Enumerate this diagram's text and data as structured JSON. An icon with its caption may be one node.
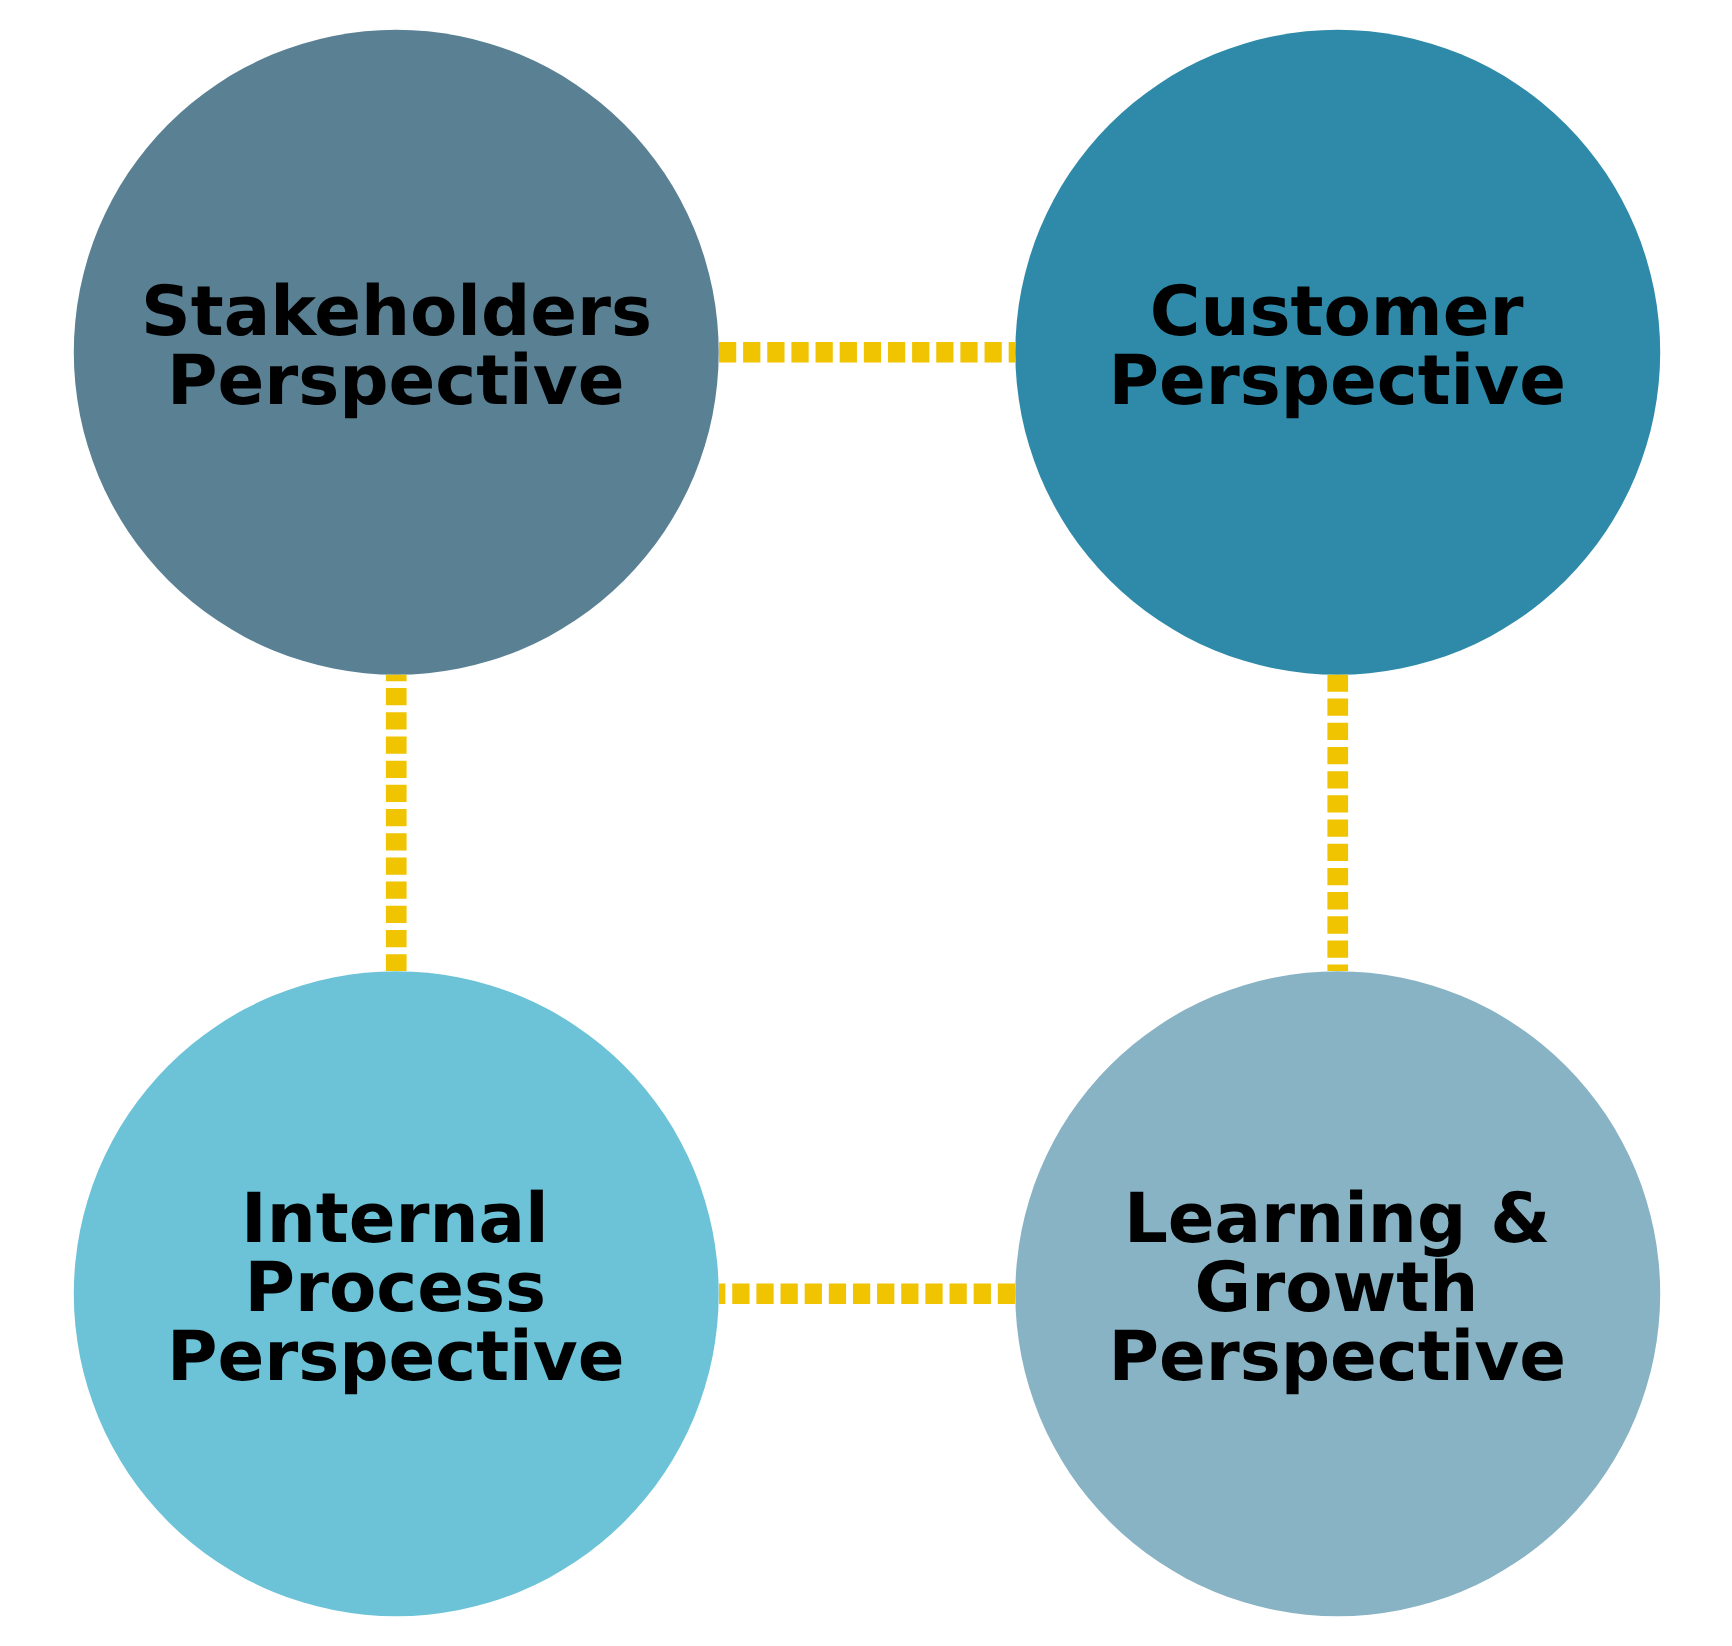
{
  "diagram": {
    "nodes": [
      {
        "text": [
          "Stakeholders Perspective"
        ]
      },
      {
        "text": [
          "Customer Perspective"
        ]
      },
      {
        "text": [
          "Internal Process Perspective"
        ]
      },
      {
        "text": [
          "Learning & Growth Perspective"
        ]
      }
    ],
    "edges": [
      {
        "from": 0,
        "to": 1,
        "arrow": "none",
        "style": "dashed"
      },
      {
        "from": 1,
        "to": 3,
        "arrow": "none",
        "style": "dashed"
      },
      {
        "from": 3,
        "to": 2,
        "arrow": "none",
        "style": "dashed"
      },
      {
        "from": 2,
        "to": 0,
        "arrow": "none",
        "style": "dashed"
      }
    ]
  }
}
